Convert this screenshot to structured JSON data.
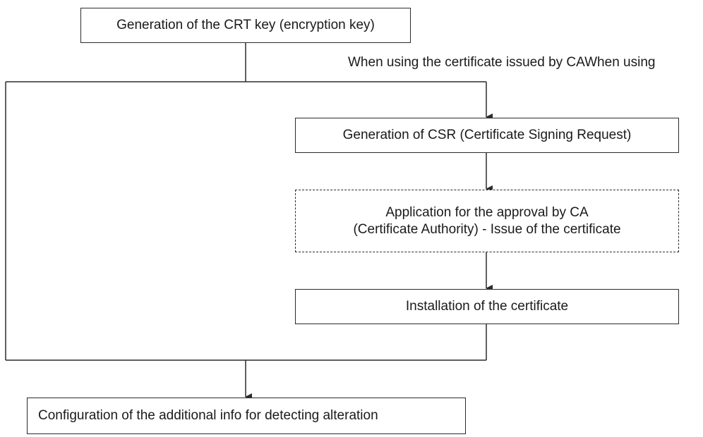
{
  "diagram": {
    "nodes": {
      "crt_key": "Generation of the CRT key (encryption key)",
      "csr": "Generation of CSR (Certificate Signing Request)",
      "ca_approval_line1": "Application for the approval by CA",
      "ca_approval_line2": "(Certificate Authority) - Issue of the certificate",
      "install_cert": "Installation of the certificate",
      "config_info": "Configuration of the additional info for detecting alteration"
    },
    "branch_label": "When using the certificate issued by CAWhen using",
    "colors": {
      "line": "#2b2b2b",
      "text": "#1a1a1a",
      "background": "#ffffff"
    }
  }
}
